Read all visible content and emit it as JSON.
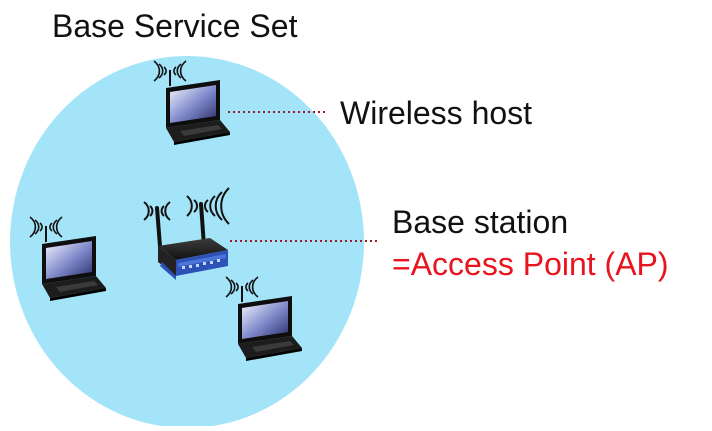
{
  "title": "Base Service Set",
  "labels": {
    "wireless_host": "Wireless host",
    "base_station": "Base station",
    "access_point": "=Access Point (AP)"
  },
  "colors": {
    "cell_fill": "#a4e4f8",
    "text": "#111111",
    "accent": "#e8141e",
    "connector": "#9b1d2a"
  },
  "icons": {
    "host": "laptop-icon",
    "router": "wireless-router-icon",
    "signal": "wifi-signal-icon"
  }
}
